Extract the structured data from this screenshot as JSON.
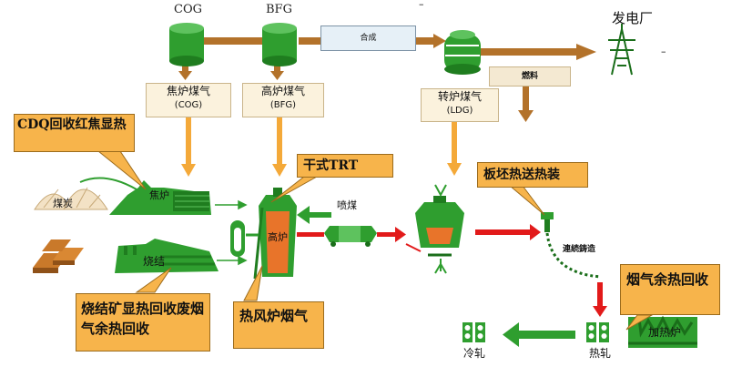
{
  "top": {
    "cog_label": "COG",
    "bfg_label": "BFG",
    "dash": "–",
    "hecheng": "合成",
    "power_plant": "发电厂",
    "fuel": "燃料"
  },
  "gas_boxes": {
    "coke_gas": {
      "name": "焦炉煤气",
      "abbr": "(COG)"
    },
    "blast_gas": {
      "name": "高炉煤气",
      "abbr": "(BFG)"
    },
    "converter_gas": {
      "name": "转炉煤气",
      "abbr": "(LDG)"
    }
  },
  "callouts": {
    "cdq": "CDQ回收红焦显热",
    "trt": "干式TRT",
    "slab": "板坯热送热装",
    "sinter": "烧结矿显热回收废烟气余热回收",
    "hot_stove": "热风炉烟气",
    "flue": "烟气余热回收"
  },
  "labels": {
    "coal": "煤炭",
    "coke_oven": "焦炉",
    "sinter": "烧结",
    "blast_furnace": "高炉",
    "coal_injection": "喷煤",
    "continuous_casting": "連続鋳造",
    "cold_rolling": "冷轧",
    "hot_rolling": "热轧",
    "reheat_furnace": "加热炉"
  },
  "colors": {
    "brown_pipe": "#b3722a",
    "green": "#2f9e2f",
    "dark_green": "#1a6e1a",
    "orange_arrow": "#f4a939",
    "red_arrow": "#e21a1a",
    "callout_fill": "#f7b44b",
    "gasbox_fill": "#fbf2dd"
  }
}
